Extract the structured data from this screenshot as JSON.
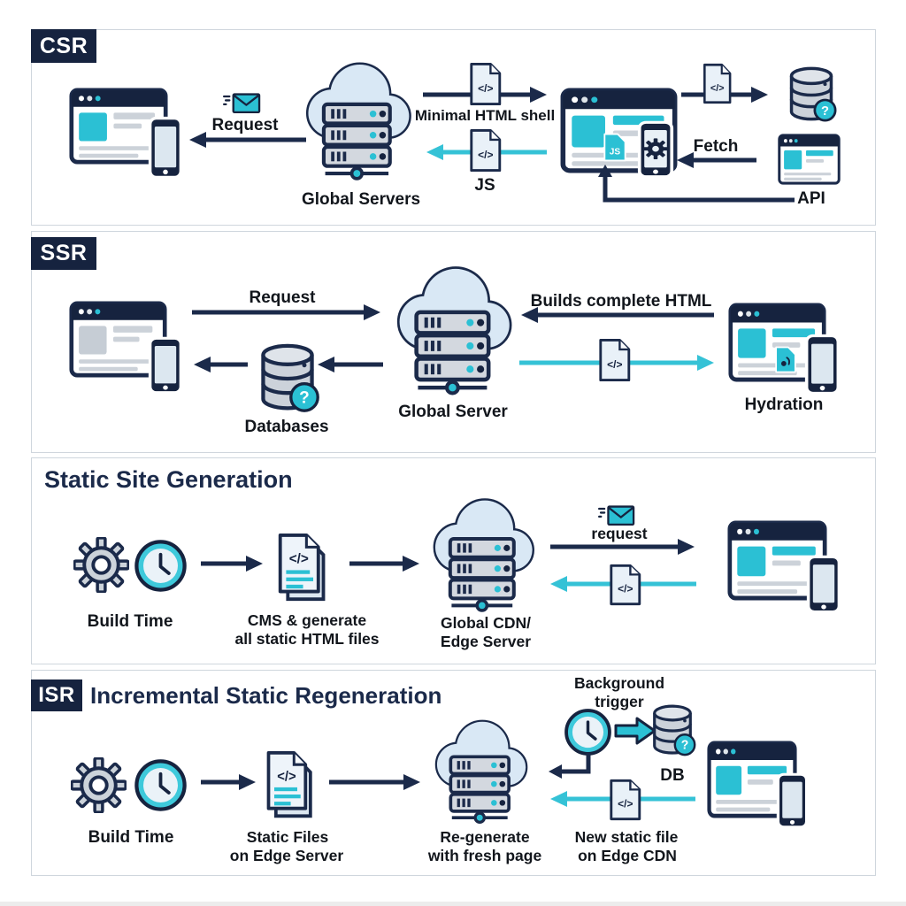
{
  "colors": {
    "navy": "#1b2a4a",
    "cyan": "#2bc0d4",
    "panel_border": "#cfd6dd",
    "cloud_fill": "#d9e8f5"
  },
  "icons": {
    "code_glyph": "</>",
    "question_glyph": "?",
    "js_badge_glyph": "JS"
  },
  "panels": {
    "csr": {
      "badge": "CSR",
      "request_label": "Request",
      "global_servers_label": "Global Servers",
      "minimal_html_label": "Minimal HTML shell",
      "js_label": "JS",
      "fetch_label": "Fetch",
      "api_label": "API"
    },
    "ssr": {
      "badge": "SSR",
      "request_label": "Request",
      "databases_label": "Databases",
      "global_server_label": "Global Server",
      "builds_html_label": "Builds complete HTML",
      "hydration_label": "Hydration"
    },
    "ssg": {
      "title": "Static Site Generation",
      "build_time_label": "Build Time",
      "cms_label_line1": "CMS & generate",
      "cms_label_line2": "all static HTML files",
      "cdn_label_line1": "Global CDN/",
      "cdn_label_line2": "Edge Server",
      "request_label": "request"
    },
    "isr": {
      "badge": "ISR",
      "title": "Incremental Static Regeneration",
      "build_time_label": "Build Time",
      "static_files_line1": "Static Files",
      "static_files_line2": "on Edge Server",
      "regenerate_line1": "Re-generate",
      "regenerate_line2": "with fresh page",
      "background_line1": "Background",
      "background_line2": "trigger",
      "db_label": "DB",
      "new_file_line1": "New static file",
      "new_file_line2": "on Edge CDN"
    }
  }
}
